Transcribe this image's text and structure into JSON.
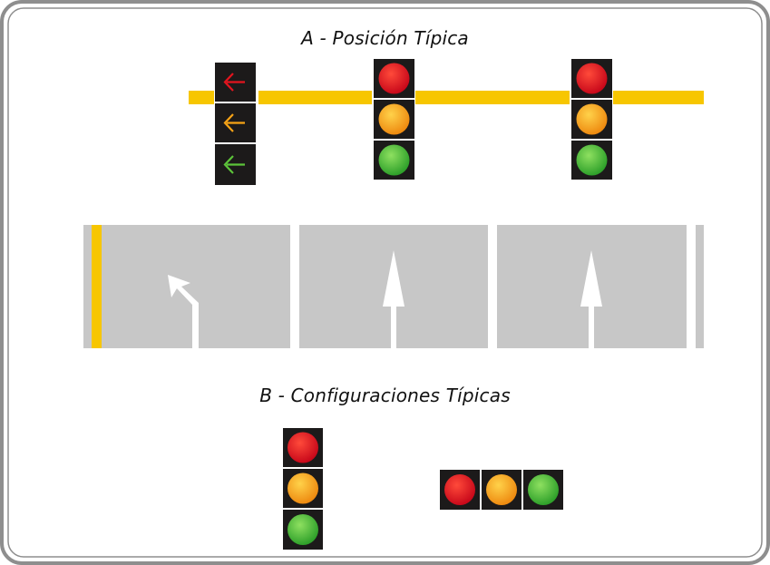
{
  "section_a": {
    "title": "A - Posición Típica"
  },
  "section_b": {
    "title": "B - Configuraciones Típicas"
  },
  "colors": {
    "frame_stroke": "#8e8e8e",
    "span_wire": "#f7c600",
    "housing": "#1c1a1a",
    "road": "#c7c7c7",
    "lane_marking": "#ffffff",
    "median_line": "#f7c600",
    "red_light": "#d5101a",
    "amber_light": "#f39a14",
    "green_light": "#5cc33a"
  },
  "signals": {
    "arrow_signal": {
      "lights": [
        "red-arrow",
        "amber-arrow",
        "green-arrow"
      ]
    },
    "vertical_signal_1": {
      "lights": [
        "red",
        "amber",
        "green"
      ]
    },
    "vertical_signal_2": {
      "lights": [
        "red",
        "amber",
        "green"
      ]
    },
    "config_vertical": {
      "lights": [
        "red",
        "amber",
        "green"
      ]
    },
    "config_horizontal": {
      "lights": [
        "red",
        "amber",
        "green"
      ]
    }
  },
  "road": {
    "lanes": [
      {
        "arrow": "left-turn-arrow-icon"
      },
      {
        "arrow": "straight-arrow-icon"
      },
      {
        "arrow": "straight-arrow-icon"
      }
    ]
  }
}
